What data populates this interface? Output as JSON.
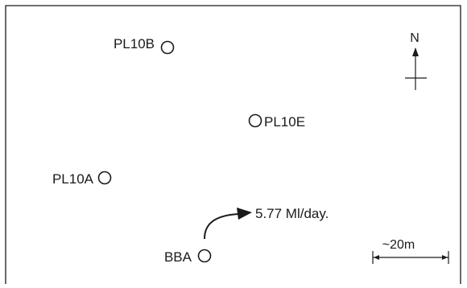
{
  "map": {
    "wells": [
      {
        "id": "pl10b",
        "label": "PL10B"
      },
      {
        "id": "pl10e",
        "label": "PL10E"
      },
      {
        "id": "pl10a",
        "label": "PL10A"
      },
      {
        "id": "bba",
        "label": "BBA"
      }
    ],
    "flow": {
      "label": "5.77 Ml/day."
    },
    "north_arrow": {
      "label": "N"
    },
    "scale_bar": {
      "label": "~20m"
    },
    "colors": {
      "ink": "#1a1a1a",
      "background": "#ffffff"
    }
  }
}
